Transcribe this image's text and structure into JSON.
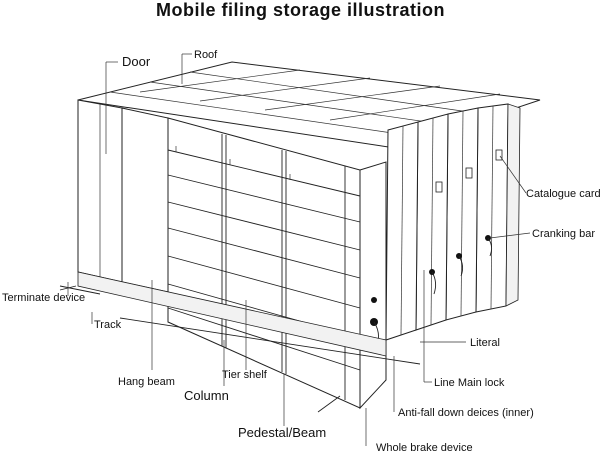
{
  "title": "Mobile filing storage illustration",
  "labels": {
    "door": "Door",
    "roof": "Roof",
    "catalogue_card": "Catalogue card",
    "cranking_bar": "Cranking bar",
    "terminate_device": "Terminate device",
    "track": "Track",
    "literal": "Literal",
    "line_main_lock": "Line Main lock",
    "hang_beam": "Hang beam",
    "tier_shelf": "Tier shelf",
    "column": "Column",
    "anti_fall_down": "Anti-fall down deices (inner)",
    "pedestal_beam": "Pedestal/Beam",
    "whole_brake_device": "Whole brake device"
  }
}
